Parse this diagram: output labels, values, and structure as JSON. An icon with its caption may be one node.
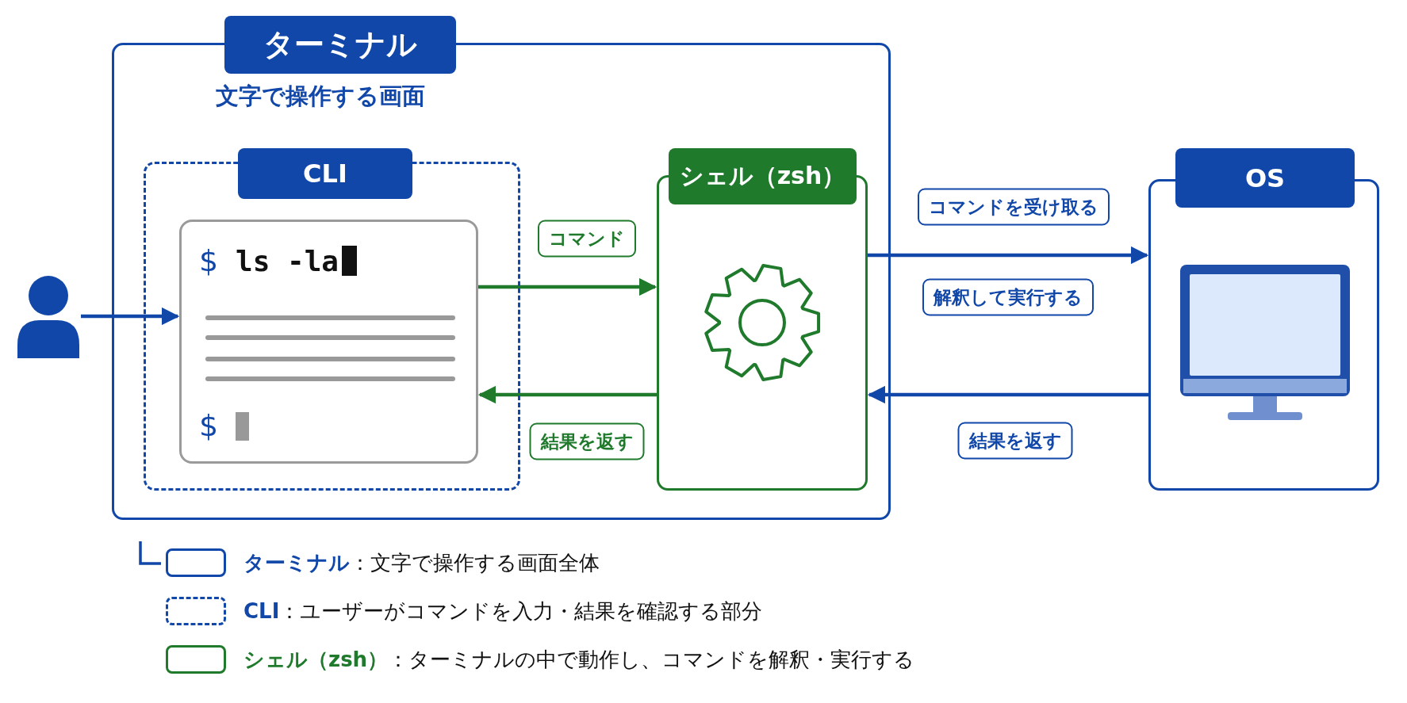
{
  "diagram": {
    "nodes": [
      {
        "text": [
          "ターミナル",
          "文字で操作する画面"
        ]
      },
      {
        "text": [
          "CLI"
        ],
        "in": 0
      },
      {
        "text": [
          "$",
          "ls -la",
          "$"
        ],
        "in": 1
      },
      {
        "text": [],
        "shape": "person"
      },
      {
        "text": [
          "シェル（zsh）"
        ],
        "in": 0
      },
      {
        "text": [
          "OS"
        ]
      }
    ],
    "edges": [
      {
        "from": 3,
        "to": 2,
        "arrow": "to"
      },
      {
        "from": 2,
        "to": 4,
        "arrow": "to",
        "label": "コマンド",
        "color": "#1f7a2c"
      },
      {
        "from": 4,
        "to": 2,
        "arrow": "to",
        "label": "結果を返す",
        "color": "#1f7a2c"
      },
      {
        "from": 4,
        "to": 5,
        "arrow": "to",
        "label": "コマンドを受け取る"
      },
      {
        "from": 5,
        "to": 4,
        "arrow": "to",
        "label": "結果を返す"
      }
    ],
    "labels": [
      "解釈して実行する"
    ],
    "legend": [
      {
        "text": "**ターミナル**：文字で操作する画面全体"
      },
      {
        "text": "**CLI**：ユーザーがコマンドを入力・結果を確認する部分"
      },
      {
        "text": "**シェル（zsh）**：ターミナルの中で動作し、コマンドを解釈・実行する"
      }
    ]
  }
}
